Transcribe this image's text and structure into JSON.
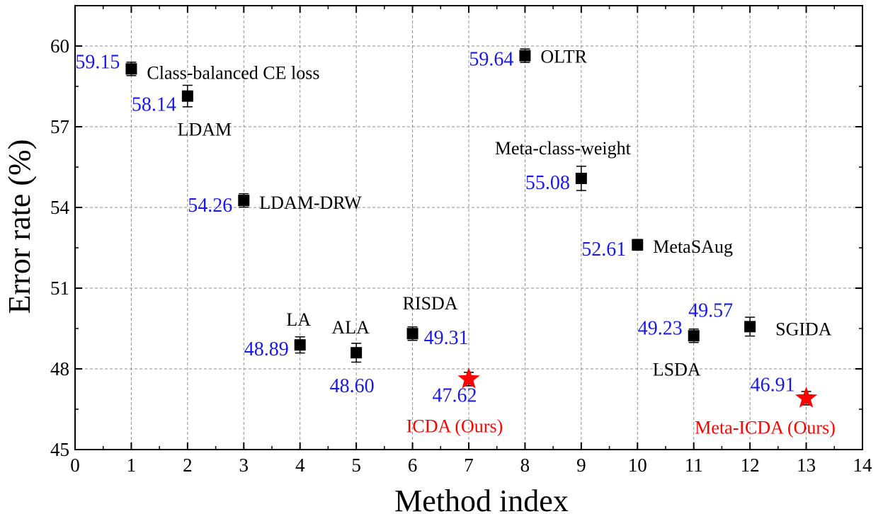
{
  "chart_data": {
    "type": "scatter",
    "xlabel": "Method index",
    "ylabel": "Error rate (%)",
    "xlim": [
      0,
      14
    ],
    "ylim": [
      45,
      61.5
    ],
    "xticks": [
      "0",
      "1",
      "2",
      "3",
      "4",
      "5",
      "6",
      "7",
      "8",
      "9",
      "10",
      "11",
      "12",
      "13",
      "14"
    ],
    "yticks": [
      "45",
      "48",
      "51",
      "54",
      "57",
      "60"
    ],
    "grid": true,
    "colors": {
      "marker": "#000000",
      "highlight": "#ff0000",
      "value_label": "#1a1ae6"
    },
    "points": [
      {
        "x": 1,
        "y": 59.15,
        "err": 0.25,
        "method": "Class-balanced CE loss",
        "value_label": "59.15",
        "highlight": false
      },
      {
        "x": 2,
        "y": 58.14,
        "err": 0.4,
        "method": "LDAM",
        "value_label": "58.14",
        "highlight": false
      },
      {
        "x": 3,
        "y": 54.26,
        "err": 0.25,
        "method": "LDAM-DRW",
        "value_label": "54.26",
        "highlight": false
      },
      {
        "x": 4,
        "y": 48.89,
        "err": 0.3,
        "method": "LA",
        "value_label": "48.89",
        "highlight": false
      },
      {
        "x": 5,
        "y": 48.6,
        "err": 0.35,
        "method": "ALA",
        "value_label": "48.60",
        "highlight": false
      },
      {
        "x": 6,
        "y": 49.31,
        "err": 0.25,
        "method": "RISDA",
        "value_label": "49.31",
        "highlight": false
      },
      {
        "x": 7,
        "y": 47.62,
        "err": 0.25,
        "method": "ICDA (Ours)",
        "value_label": "47.62",
        "highlight": true
      },
      {
        "x": 8,
        "y": 59.64,
        "err": 0.25,
        "method": "OLTR",
        "value_label": "59.64",
        "highlight": false
      },
      {
        "x": 9,
        "y": 55.08,
        "err": 0.45,
        "method": "Meta-class-weight",
        "value_label": "55.08",
        "highlight": false
      },
      {
        "x": 10,
        "y": 52.61,
        "err": 0.2,
        "method": "MetaSAug",
        "value_label": "52.61",
        "highlight": false
      },
      {
        "x": 11,
        "y": 49.23,
        "err": 0.25,
        "method": "LSDA",
        "value_label": "49.23",
        "highlight": false
      },
      {
        "x": 12,
        "y": 49.57,
        "err": 0.35,
        "method": "SGIDA",
        "value_label": "49.57",
        "highlight": false
      },
      {
        "x": 13,
        "y": 46.91,
        "err": 0.25,
        "method": "Meta-ICDA (Ours)",
        "value_label": "46.91",
        "highlight": true
      }
    ]
  }
}
